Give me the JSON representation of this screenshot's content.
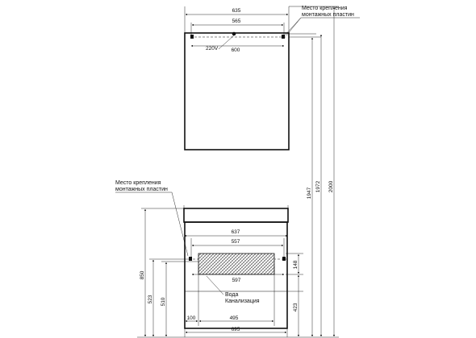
{
  "mirror": {
    "note": [
      "Место крепления",
      "монтажных пластин"
    ],
    "dims": {
      "outer_width": "635",
      "inner_width": "565",
      "plates_width": "600",
      "voltage": "220V"
    }
  },
  "cabinet": {
    "note": [
      "Место крепления",
      "монтажных пластин"
    ],
    "dims": {
      "top_width": "637",
      "inner_width": "557",
      "plate_width": "597",
      "h148": "148",
      "h423": "423",
      "h850": "850",
      "h523": "523",
      "h510": "510",
      "w100": "100",
      "w495": "495",
      "total_width": "695"
    },
    "utilities": [
      "Вода",
      "Канализация"
    ]
  },
  "heights": {
    "h1947": "1947",
    "h1972": "1972",
    "h2000": "2000"
  }
}
